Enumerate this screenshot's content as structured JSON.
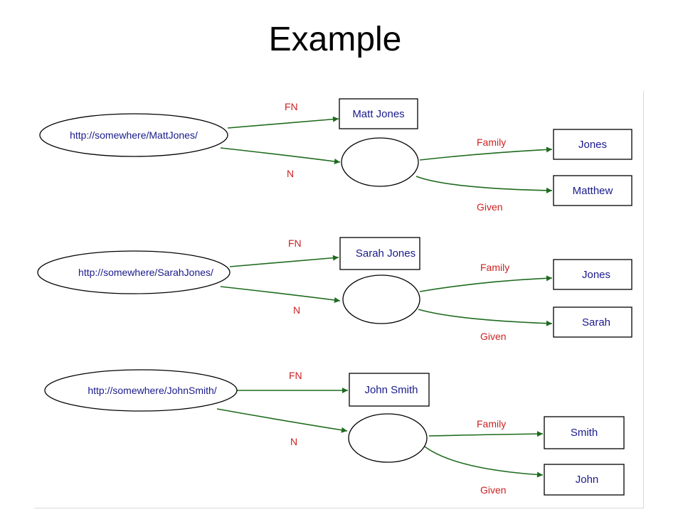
{
  "title": "Example",
  "colors": {
    "edge": "#1e6b1e",
    "edge_label": "#cc2222",
    "node_text": "#1a1a8c"
  },
  "graphs": [
    {
      "uri": "http://somewhere/MattJones/",
      "fn_label": "FN",
      "fn_value": "Matt Jones",
      "n_label": "N",
      "family_label": "Family",
      "family_value": "Jones",
      "given_label": "Given",
      "given_value": "Matthew"
    },
    {
      "uri": "http://somewhere/SarahJones/",
      "fn_label": "FN",
      "fn_value": "Sarah Jones",
      "n_label": "N",
      "family_label": "Family",
      "family_value": "Jones",
      "given_label": "Given",
      "given_value": "Sarah"
    },
    {
      "uri": "http://somewhere/JohnSmith/",
      "fn_label": "FN",
      "fn_value": "John Smith",
      "n_label": "N",
      "family_label": "Family",
      "family_value": "Smith",
      "given_label": "Given",
      "given_value": "John"
    }
  ]
}
